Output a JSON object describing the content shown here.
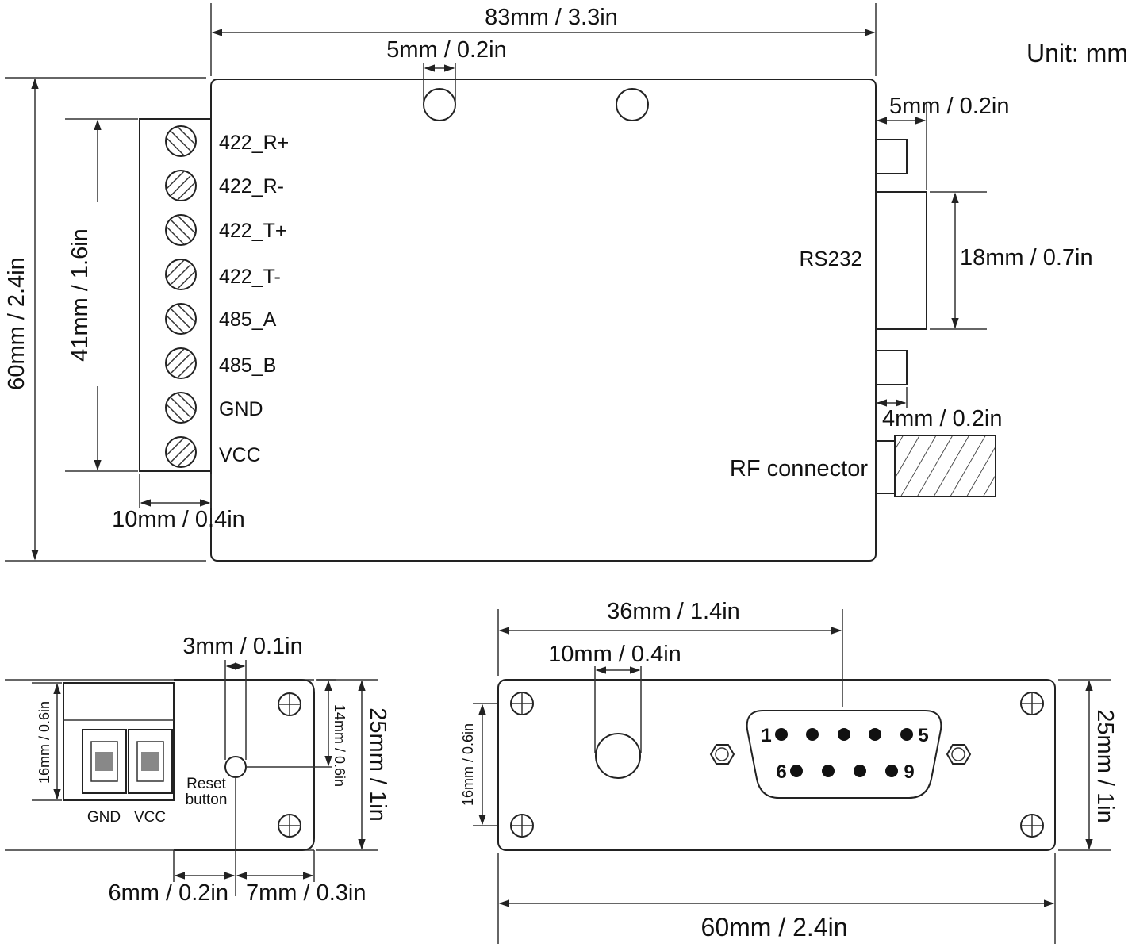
{
  "unit_label": "Unit: mm",
  "top_view": {
    "dim_width": "83mm / 3.3in",
    "dim_hole": "5mm / 0.2in",
    "dim_height": "60mm / 2.4in",
    "dim_terminal_height": "41mm / 1.6in",
    "dim_terminal_width": "10mm / 0.4in",
    "dim_right_top": "5mm / 0.2in",
    "dim_rs232": "18mm / 0.7in",
    "dim_right_bottom": "4mm / 0.2in",
    "rs232_label": "RS232",
    "rf_label": "RF connector",
    "pins": [
      "422_R+",
      "422_R-",
      "422_T+",
      "422_T-",
      "485_A",
      "485_B",
      "GND",
      "VCC"
    ]
  },
  "left_side_view": {
    "dim_reset": "3mm / 0.1in",
    "dim_terminal_height": "16mm / 0.6in",
    "dim_hole_height": "14mm / 0.6in",
    "dim_height": "25mm / 1in",
    "dim_bottom_left": "6mm / 0.2in",
    "dim_bottom_right": "7mm / 0.3in",
    "gnd_label": "GND",
    "vcc_label": "VCC",
    "reset_label_1": "Reset",
    "reset_label_2": "button"
  },
  "right_side_view": {
    "dim_offset": "36mm / 1.4in",
    "dim_hole": "10mm / 0.4in",
    "dim_inner_height": "16mm / 0.6in",
    "dim_height": "25mm / 1in",
    "dim_width": "60mm / 2.4in",
    "db9_pin_1": "1",
    "db9_pin_5": "5",
    "db9_pin_6": "6",
    "db9_pin_9": "9"
  }
}
